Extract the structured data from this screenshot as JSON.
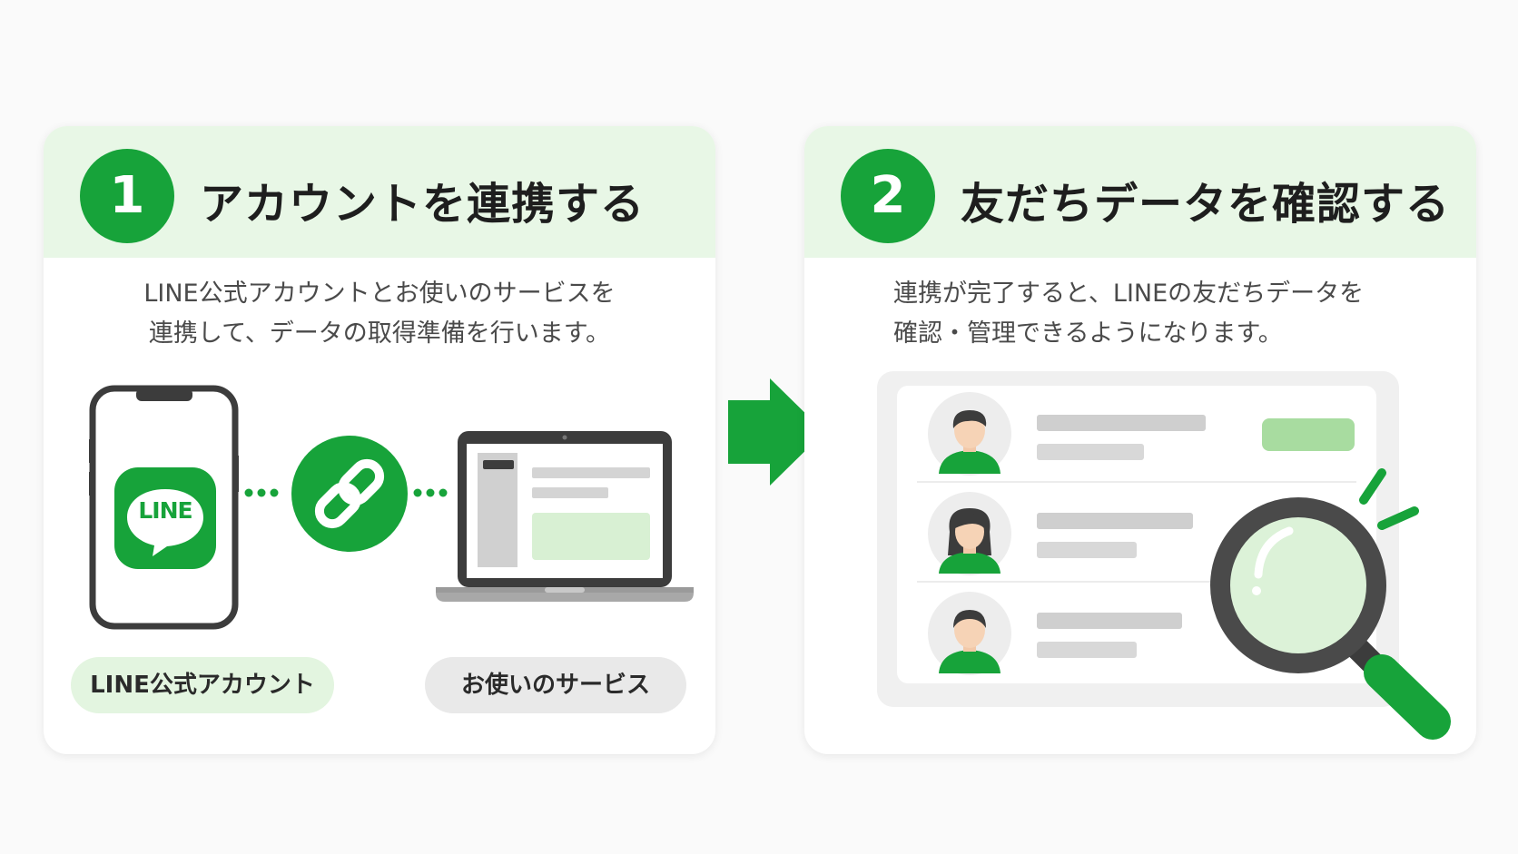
{
  "step1": {
    "number": "1",
    "title": "アカウントを連携する",
    "desc_line1": "LINE公式アカウントとお使いのサービスを",
    "desc_line2": "連携して、データの取得準備を行います。",
    "app_icon_text": "LINE",
    "pill_left": "LINE公式アカウント",
    "pill_right": "お使いのサービス"
  },
  "step2": {
    "number": "2",
    "title": "友だちデータを確認する",
    "desc_line1": "連携が完了すると、LINEの友だちデータを",
    "desc_line2": "確認・管理できるようになります。"
  },
  "colors": {
    "brand_green": "#17a33a",
    "light_green": "#e8f7e6",
    "dark_gray": "#3c3c3c"
  },
  "icons": [
    "smartphone-icon",
    "line-app-icon",
    "link-icon",
    "laptop-icon",
    "arrow-right-icon",
    "avatar-icon",
    "magnifier-icon"
  ]
}
